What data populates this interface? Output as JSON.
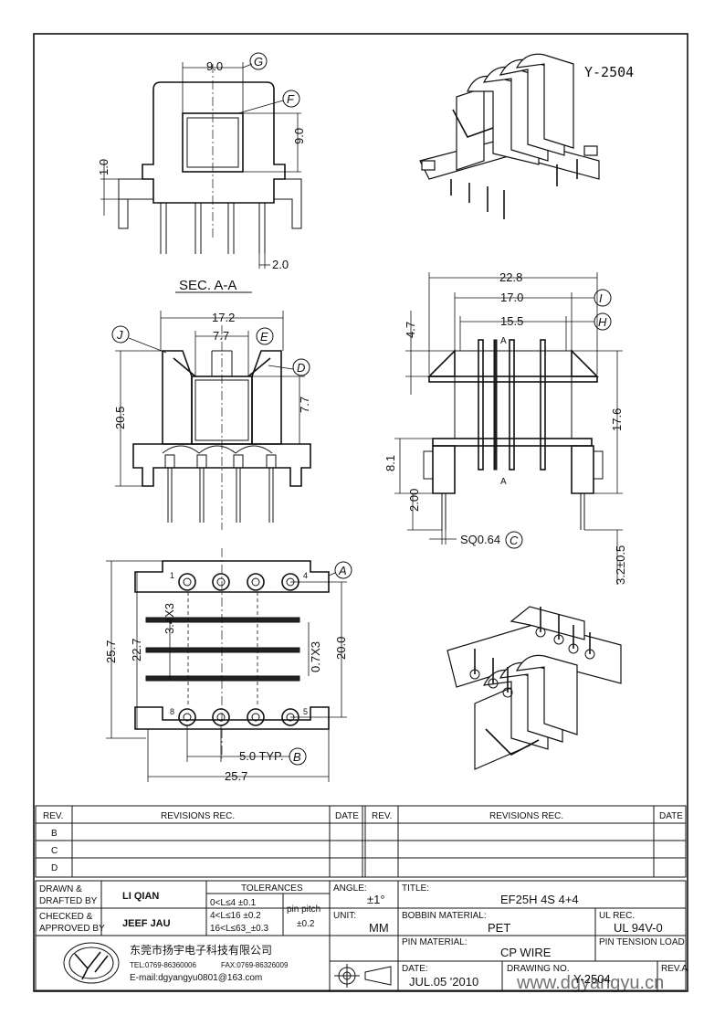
{
  "drawing": {
    "part_code": "Y-2504",
    "section_label": "SEC. A-A",
    "section_marks": [
      "A",
      "A"
    ],
    "balloons": [
      "A",
      "B",
      "C",
      "D",
      "E",
      "F",
      "G",
      "H",
      "I",
      "J"
    ],
    "pin_numbers": [
      "1",
      "4",
      "8",
      "5"
    ],
    "dimensions": {
      "sec_width": "9.0",
      "sec_height": "9.0",
      "sec_flange": "1.0",
      "sec_pin": "2.0",
      "front_width": "17.2",
      "front_inner": "7.7",
      "front_height": "20.5",
      "front_core": "7.7",
      "side_overall": "22.8",
      "side_mid": "17.0",
      "side_inner": "15.5",
      "side_top": "4.7",
      "side_height": "17.6",
      "side_base": "8.1",
      "side_pin_len": "2.00",
      "side_pin_sq": "SQ0.64",
      "side_pin_tail": "3.2±0.5",
      "bottom_height": "25.7",
      "bottom_inner": "22.7",
      "bottom_slots": "3.4X3",
      "bottom_gap": "0.7X3",
      "bottom_span": "20.0",
      "pitch": "5.0 TYP.",
      "bottom_width": "25.7"
    }
  },
  "title_block": {
    "revisions": {
      "col_rev": "REV.",
      "col_rec": "REVISIONS    REC.",
      "col_date": "DATE",
      "rows": [
        "B",
        "C",
        "D"
      ]
    },
    "drawn_label": "DRAWN &\nDRAFTED BY",
    "drawn_by": "LI QIAN",
    "checked_label": "CHECKED &\nAPPROVED BY",
    "checked_by": "JEEF JAU",
    "tolerances_label": "TOLERANCES",
    "tolerances": [
      "0<L≤4   ±0.1",
      "4<L≤16  ±0.2",
      "16<L≤63_±0.3"
    ],
    "pin_pitch_label": "pin pitch",
    "pin_pitch_value": "±0.2",
    "angle_label": "ANGLE:",
    "angle_value": "±1°",
    "unit_label": "UNIT:",
    "unit_value": "MM",
    "title_label": "TITLE:",
    "title_value": "EF25H 4S 4+4",
    "bobbin_label": "BOBBIN MATERIAL:",
    "bobbin_value": "PET",
    "ul_label": "UL REC.",
    "ul_value": "UL 94V-0",
    "pin_material_label": "PIN MATERIAL:",
    "pin_material_value": "CP WIRE",
    "pin_tension_label": "PIN TENSION LOAD:",
    "company_cn": "东莞市扬宇电子科技有限公司",
    "tel": "TEL:0769-86360006",
    "fax": "FAX:0769-86326009",
    "email": "E-mail:dgyangyu0801@163.com",
    "date_label": "DATE:",
    "date_value": "JUL.05 '2010",
    "drawing_no_label": "DRAWING NO.",
    "drawing_no_value": "Y-2504",
    "rev_label": "REV.A",
    "watermark": "www.dgyangyu.cn"
  }
}
